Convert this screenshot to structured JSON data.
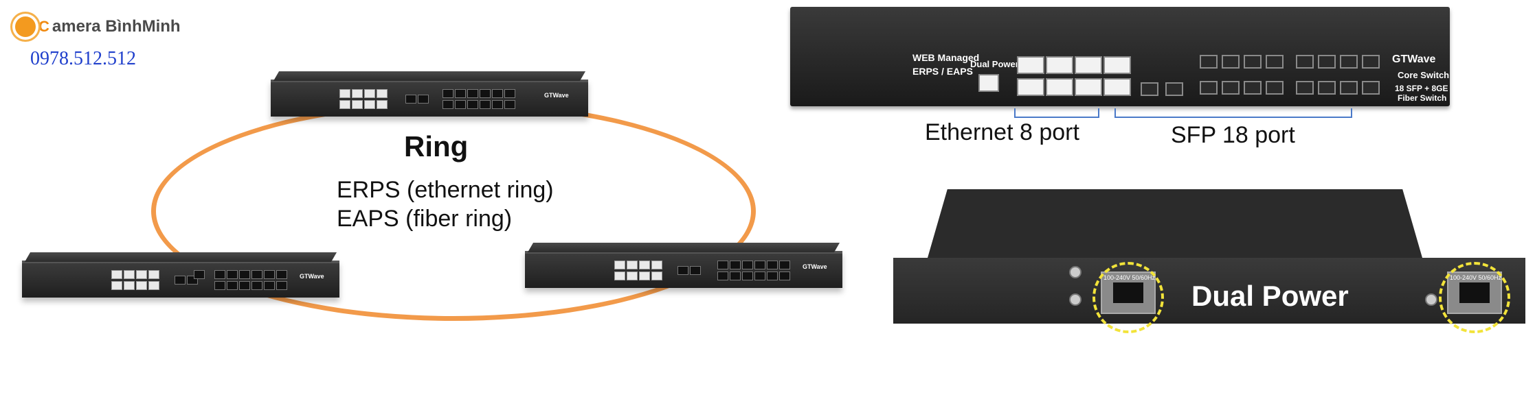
{
  "watermark": {
    "brand": "amera BìnhMinh",
    "brand_prefix": "C",
    "phone": "0978.512.512"
  },
  "ring": {
    "title": "Ring",
    "line1": "ERPS (ethernet ring)",
    "line2": "EAPS (fiber ring)",
    "color": "#f29a4a"
  },
  "switch_logo": "GTWave",
  "front_panel": {
    "line1": "WEB Managed",
    "line2": "ERPS / EAPS",
    "dual_power": "Dual Power",
    "brand": "GTWave",
    "model": "Core Switch",
    "spec1": "18 SFP + 8GE",
    "spec2": "Fiber Switch"
  },
  "captions": {
    "ethernet": "Ethernet 8 port",
    "sfp": "SFP 18 port"
  },
  "rear_panel": {
    "label": "Dual Power",
    "psu_left": "100-240V 50/60Hz",
    "psu_right": "100-240V 50/60Hz"
  }
}
